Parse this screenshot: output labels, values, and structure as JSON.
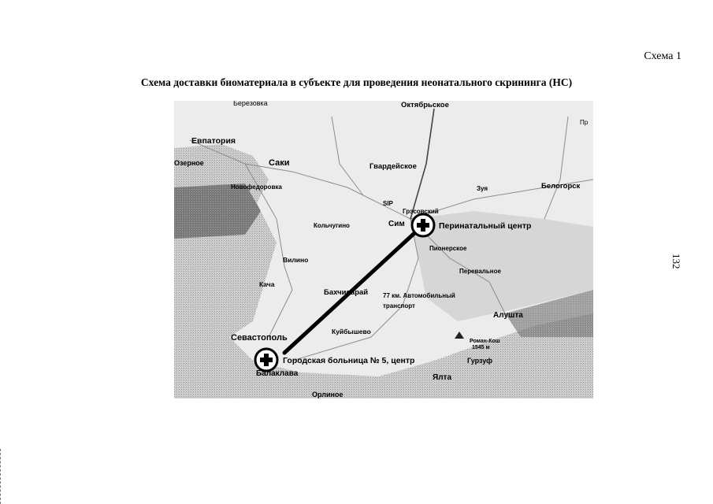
{
  "document": {
    "scheme_label": "Схема 1",
    "title": "Схема доставки биоматериала в субъекте для проведения неонатального скрининга (НС)",
    "page_number": "132"
  },
  "map": {
    "places": {
      "berezovka": "Березовка",
      "oktyabrskoe": "Октябрьское",
      "pr": "Пр",
      "evpatoria": "Евпатория",
      "ozernoe": "Озерное",
      "saki": "Саки",
      "novofedorovka": "Новофедоровка",
      "gvardeyskoe": "Гвардейское",
      "zuya": "Зуя",
      "belogorsk": "Белогорск",
      "sip": "SIP",
      "gresovsky": "Грэсовский",
      "simferopol": "Сим",
      "kolchugino": "Кольчугино",
      "pionerskoe": "Пионерское",
      "vilino": "Вилино",
      "perevalnoe": "Перевальное",
      "kacha": "Кача",
      "bakhchisaray": "Бахчисарай",
      "alushta": "Алушта",
      "kuibyshevo": "Куйбышево",
      "sevastopol": "Севастополь",
      "romankosh": "Роман-Кош",
      "romankosh_height": "1545 м",
      "gurzuf": "Гурзуф",
      "balaklava": "Балаклава",
      "yalta": "Ялта",
      "orlinoe": "Орлиное"
    },
    "markers": {
      "perinatal": "Перинатальный центр",
      "hospital": "Городская больница № 5, центр"
    },
    "route": {
      "label_line1": "77 км. Автомобильный",
      "label_line2": "транспорт"
    },
    "colors": {
      "route": "#000000",
      "marker_ring": "#000000",
      "marker_cross": "#000000"
    }
  }
}
